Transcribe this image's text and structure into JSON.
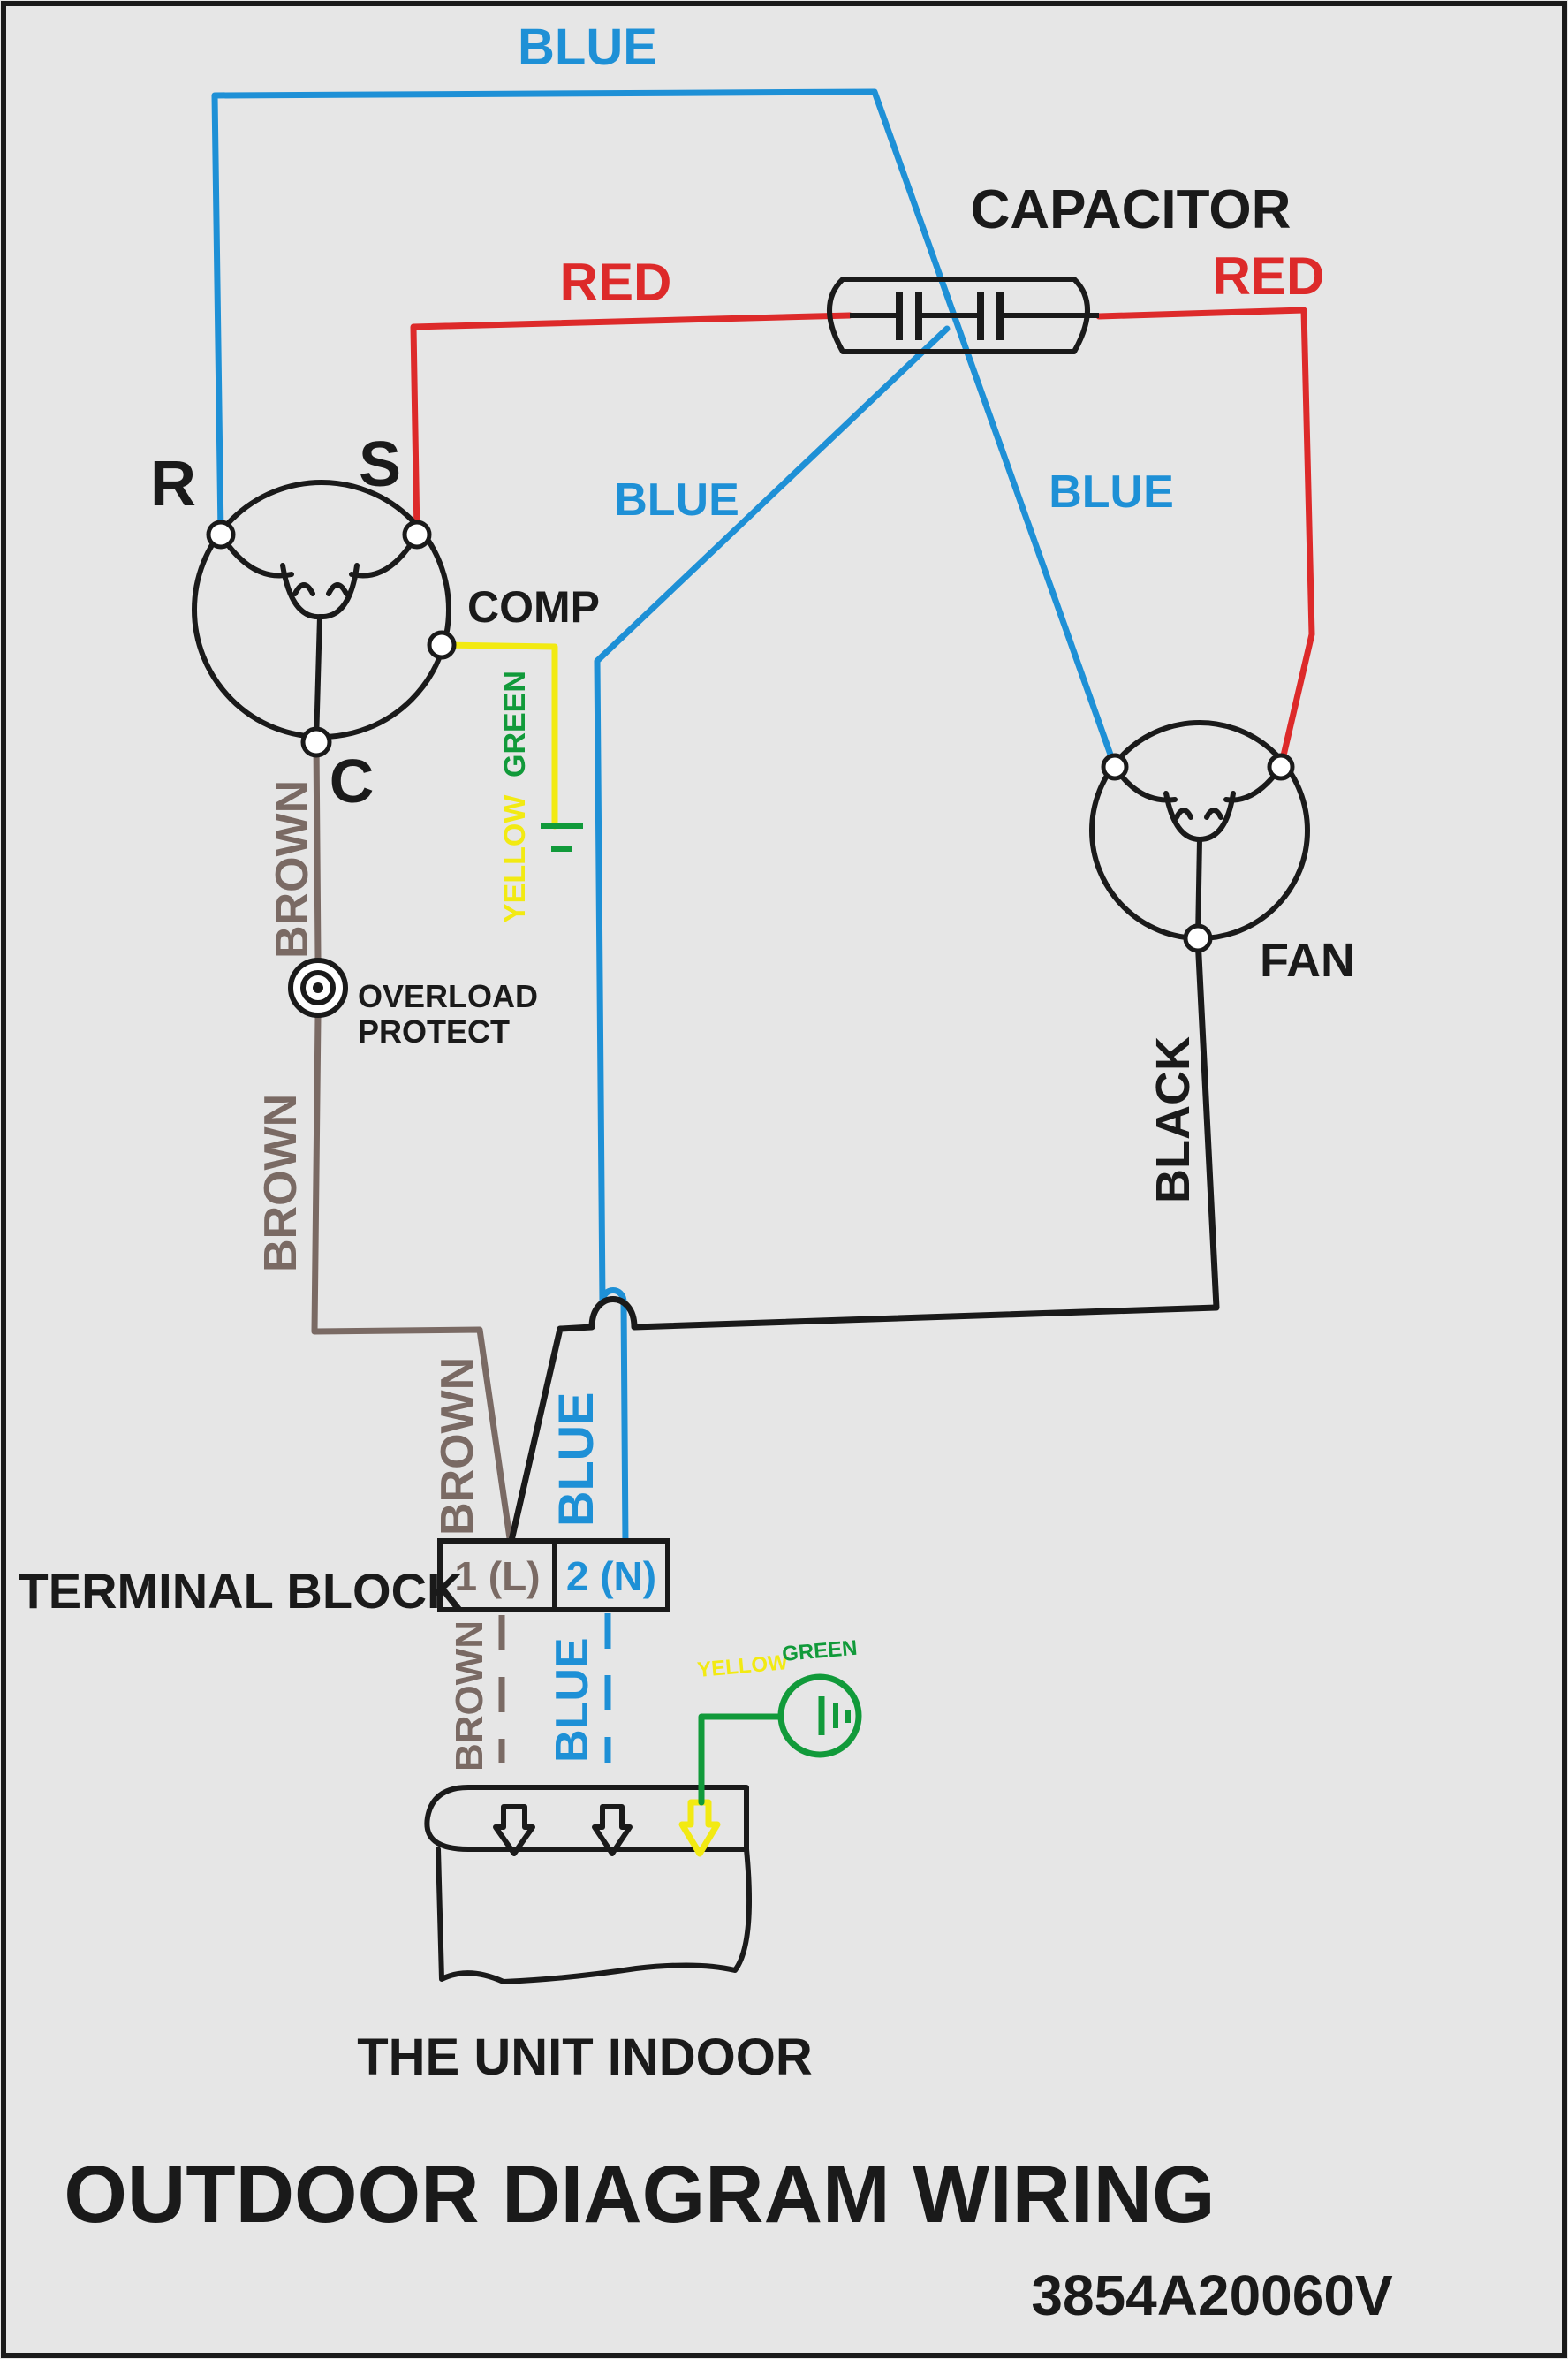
{
  "colors": {
    "background": "#e6e6e6",
    "blue": "#1e90d6",
    "red": "#dd2a2a",
    "brown": "#7a6a64",
    "black": "#1a1a1a",
    "yellow": "#f2ea12",
    "green": "#119a3a"
  },
  "compressor": {
    "r_label": "R",
    "s_label": "S",
    "c_label": "C",
    "name_label": "COMP"
  },
  "capacitor": {
    "label": "CAPACITOR"
  },
  "fan": {
    "label": "FAN"
  },
  "overload": {
    "line1": "OVERLOAD",
    "line2": "PROTECT"
  },
  "wires": {
    "blue_top": "BLUE",
    "red_left": "RED",
    "red_right": "RED",
    "blue_mid_left": "BLUE",
    "blue_mid_right": "BLUE",
    "yellow_ground": "YELLOW",
    "green_ground": "GREEN",
    "brown_upper": "BROWN",
    "brown_lower": "BROWN",
    "black_fan": "BLACK",
    "brown_terminal": "BROWN",
    "blue_terminal": "BLUE",
    "brown_indoor": "BROWN",
    "blue_indoor": "BLUE",
    "ground_yellow": "YELLOW",
    "ground_green": "GREEN"
  },
  "terminal_block": {
    "label": "TERMINAL BLOCK",
    "t1": "1 (L)",
    "t2": "2 (N)"
  },
  "indoor": {
    "label": "THE UNIT INDOOR"
  },
  "title": "OUTDOOR DIAGRAM WIRING",
  "part_number": "3854A20060V"
}
